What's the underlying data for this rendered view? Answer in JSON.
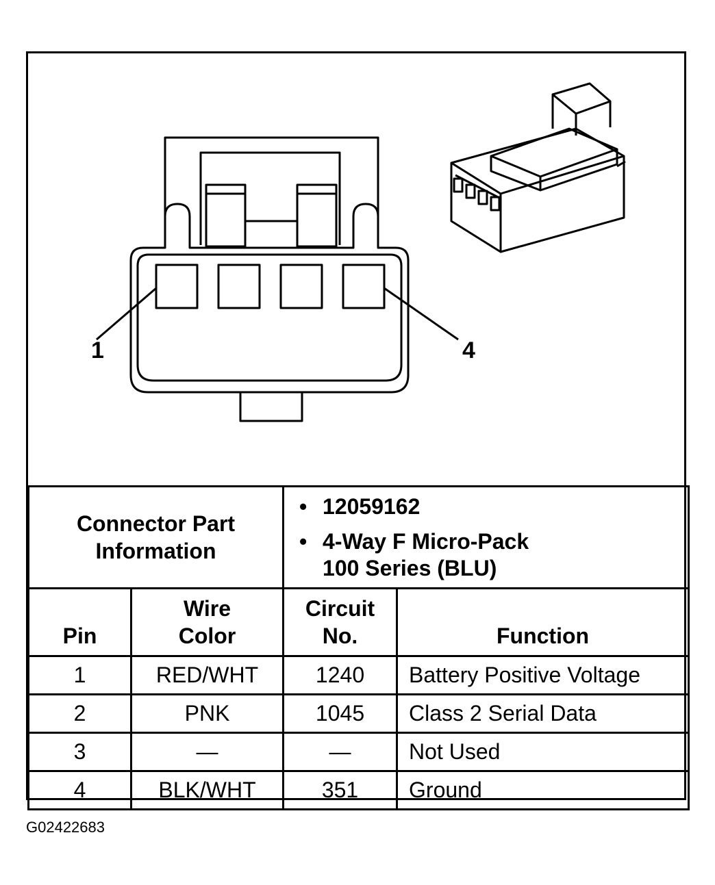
{
  "diagram": {
    "pin_labels": [
      "1",
      "4"
    ]
  },
  "connector_part": {
    "label": "Connector Part Information",
    "part_number": "12059162",
    "description_line1": "4-Way F Micro-Pack",
    "description_line2": "100 Series (BLU)"
  },
  "table": {
    "headers": {
      "pin": "Pin",
      "wire_color_1": "Wire",
      "wire_color_2": "Color",
      "circuit_1": "Circuit",
      "circuit_2": "No.",
      "function": "Function"
    },
    "rows": [
      {
        "pin": "1",
        "wire_color": "RED/WHT",
        "circuit": "1240",
        "function": "Battery Positive Voltage"
      },
      {
        "pin": "2",
        "wire_color": "PNK",
        "circuit": "1045",
        "function": "Class 2 Serial Data"
      },
      {
        "pin": "3",
        "wire_color": "—",
        "circuit": "—",
        "function": "Not Used"
      },
      {
        "pin": "4",
        "wire_color": "BLK/WHT",
        "circuit": "351",
        "function": "Ground"
      }
    ]
  },
  "figure_id": "G02422683"
}
